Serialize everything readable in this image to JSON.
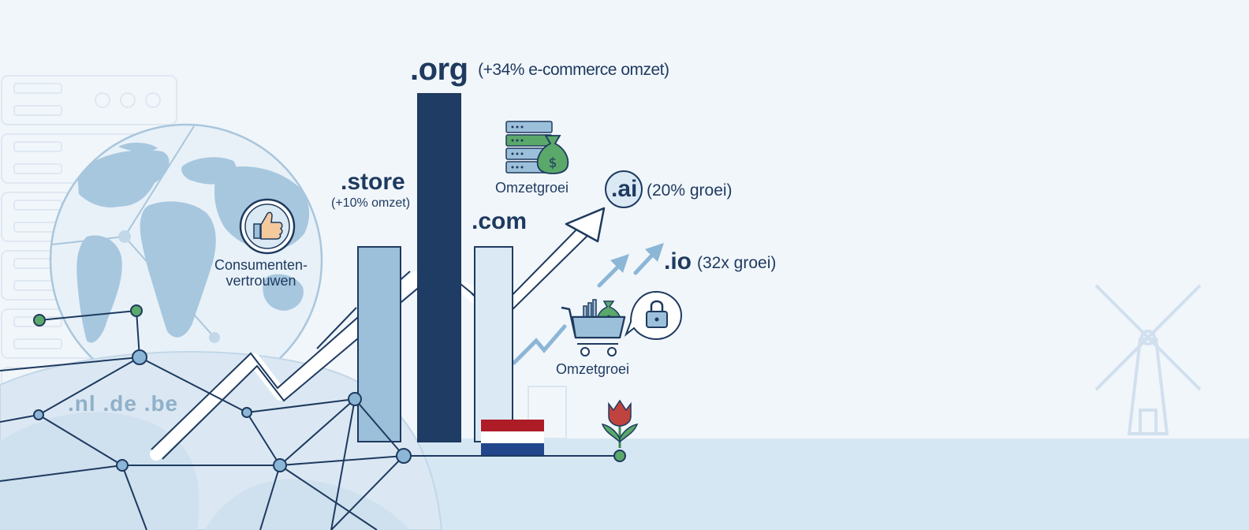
{
  "chart_data": {
    "type": "bar",
    "bars": [
      {
        "label": ".store",
        "note": "(+10% omzet)",
        "height_index": 0.56,
        "color": "#9dc0da"
      },
      {
        "label": ".org",
        "note": "(+34% e-commerce omzet)",
        "height_index": 1.0,
        "color": "#1f3d64"
      },
      {
        "label": ".com",
        "note": "",
        "height_index": 0.56,
        "color": "#dbe9f5"
      }
    ],
    "growth_labels": [
      {
        "label": ".ai",
        "note": "(20% groei)"
      },
      {
        "label": ".io",
        "note": "(32x groei)"
      }
    ]
  },
  "labels": {
    "trust": "Consumenten-\nvertrouwen",
    "trust_line1": "Consumenten-",
    "trust_line2": "vertrouwen",
    "growth_top": "Omzetgroei",
    "growth_bottom": "Omzetgroei",
    "country_domains": ".nl .de .be"
  },
  "colors": {
    "navy": "#1f3d64",
    "light_blue": "#9dc0da",
    "pale_blue": "#dbe9f5",
    "green": "#5aa86a",
    "flag_red": "#ae1c28",
    "flag_blue": "#21468b"
  }
}
